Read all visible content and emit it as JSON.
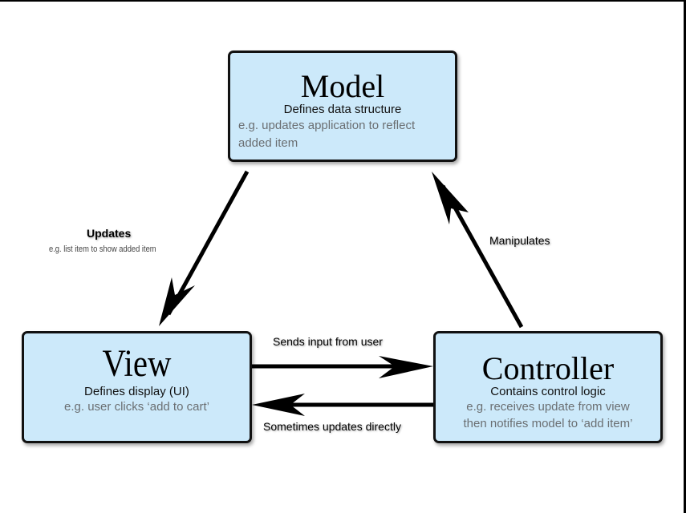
{
  "diagram": {
    "type": "MVC architecture",
    "nodes": {
      "model": {
        "title": "Model",
        "description": "Defines data structure",
        "example_line1": "e.g. updates application to reflect",
        "example_line2": "added item"
      },
      "view": {
        "title": "View",
        "description": "Defines display (UI)",
        "example": "e.g. user clicks ‘add to cart’"
      },
      "controller": {
        "title": "Controller",
        "description": "Contains control logic",
        "example_line1": "e.g. receives update from view",
        "example_line2": "then notifies model to ‘add item’"
      }
    },
    "edges": {
      "model_to_view": {
        "from": "Model",
        "to": "View",
        "label": "Updates",
        "sublabel": "e.g. list item to show added item"
      },
      "controller_to_model": {
        "from": "Controller",
        "to": "Model",
        "label": "Manipulates"
      },
      "view_to_controller": {
        "from": "View",
        "to": "Controller",
        "label": "Sends input from user"
      },
      "controller_to_view": {
        "from": "Controller",
        "to": "View",
        "label": "Sometimes updates directly"
      }
    },
    "colors": {
      "box_fill": "#cce9fa",
      "box_border": "#111111",
      "example_text": "#6b6f72",
      "arrow": "#000000"
    }
  }
}
